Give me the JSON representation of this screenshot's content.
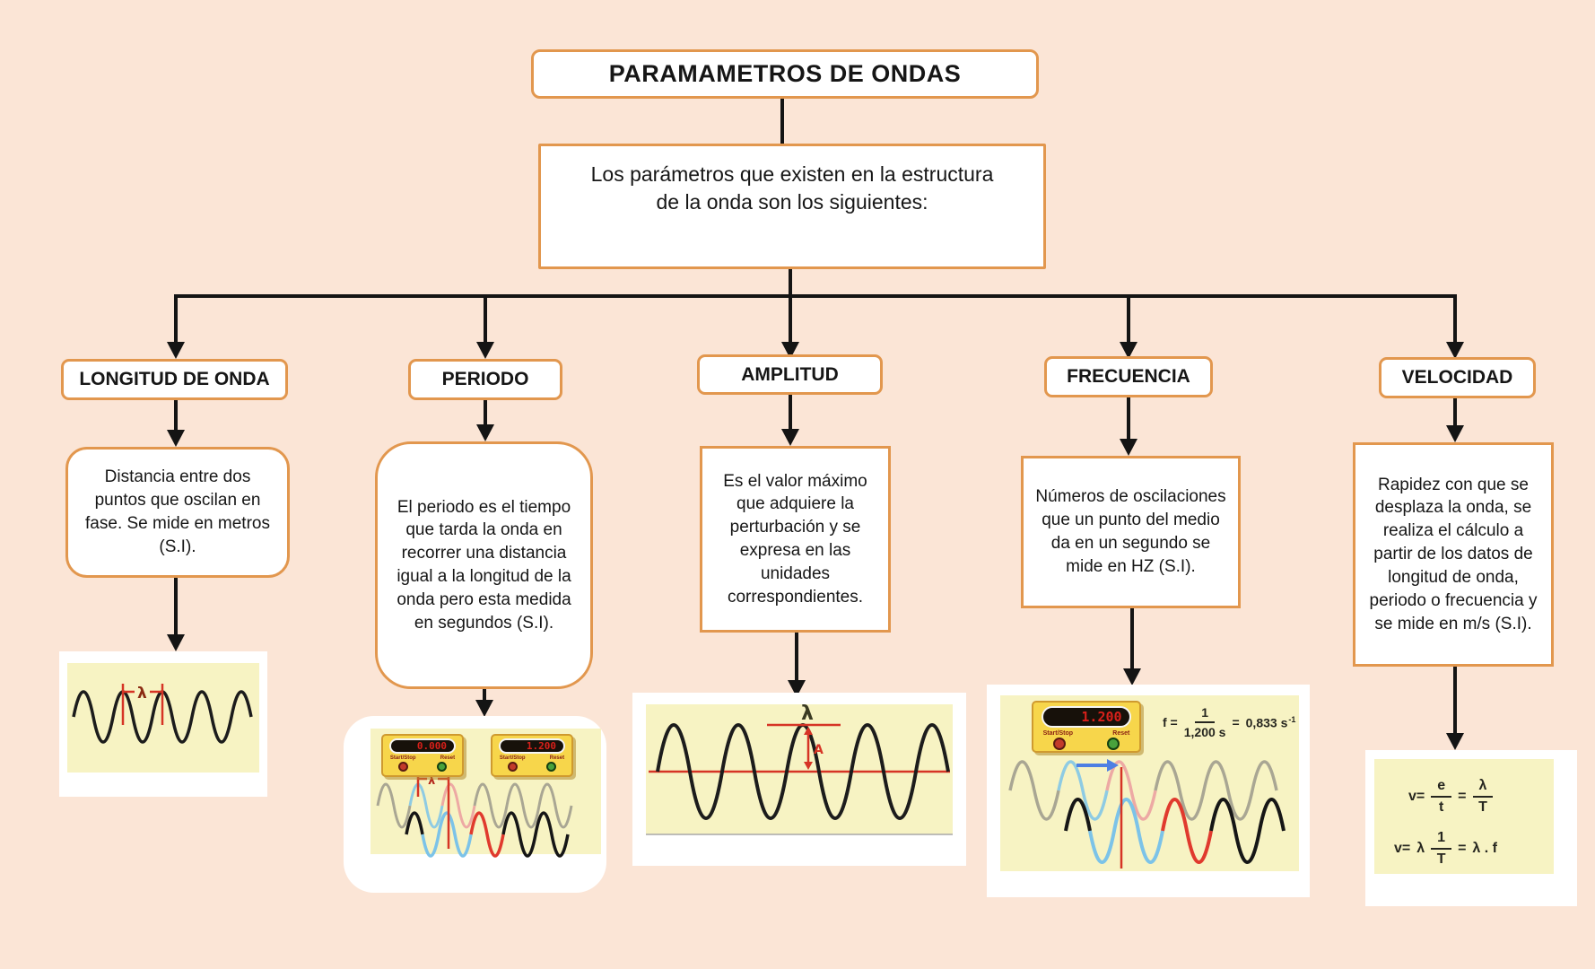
{
  "title": "PARAMAMETROS DE ONDAS",
  "intro": "Los parámetros que existen en la estructura de la onda son los siguientes:",
  "colors": {
    "background": "#fbe5d6",
    "box_border_orange": "#e2974e",
    "connector_black": "#141414",
    "figure_cream": "#f7f3c3",
    "measure_red": "#d63425",
    "stopwatch_yellow": "#f7d64b",
    "stopwatch_digit_red": "#d8201a",
    "wave_black": "#1c1c1c",
    "wave_gray": "#a9a693",
    "wave_lightblue": "#7cc3e8",
    "wave_pink": "#eda9a4",
    "wave_red": "#e03a2e",
    "pointer_blue": "#4d7fe3"
  },
  "branches": [
    {
      "label": "LONGITUD DE ONDA",
      "description": "Distancia entre dos puntos que oscilan en fase. Se mide en metros (S.I)."
    },
    {
      "label": "PERIODO",
      "description": "El periodo es el tiempo que tarda la onda en recorrer una distancia igual a la longitud de la onda pero esta medida en segundos (S.I)."
    },
    {
      "label": "AMPLITUD",
      "description": "Es el valor máximo que adquiere la perturbación y se expresa en las unidades correspondientes."
    },
    {
      "label": "FRECUENCIA",
      "description": "Números de oscilaciones que un punto del medio da en un segundo se mide en HZ (S.I)."
    },
    {
      "label": "VELOCIDAD",
      "description": "Rapidez con que se desplaza la onda, se realiza el cálculo a partir de los datos de longitud de onda, periodo o frecuencia y se mide en m/s (S.I)."
    }
  ],
  "figures": {
    "longitud_wave": {
      "lambda": "λ"
    },
    "periodo": {
      "stopwatch_left_value": "0.000",
      "stopwatch_right_value": "1.200",
      "start_stop": "Start/Stop",
      "reset": "Reset",
      "lambda": "λ"
    },
    "amplitud_wave": {
      "lambda": "λ",
      "amplitude": "A"
    },
    "frecuencia": {
      "stopwatch_value": "1.200",
      "start_stop": "Start/Stop",
      "reset": "Reset",
      "formula_lhs": "f =",
      "formula_num": "1",
      "formula_den": "1,200 s",
      "formula_eq": "=",
      "formula_result": "0,833 s",
      "formula_exp": "-1"
    },
    "velocidad": {
      "f1_lhs": "v=",
      "f1_num1": "e",
      "f1_den1": "t",
      "f1_eq": "=",
      "f1_num2": "λ",
      "f1_den2": "T",
      "f2_lhs": "v=",
      "f2_lambda": "λ",
      "f2_num": "1",
      "f2_den": "T",
      "f2_eq": "=",
      "f2_rhs": "λ . f"
    }
  }
}
